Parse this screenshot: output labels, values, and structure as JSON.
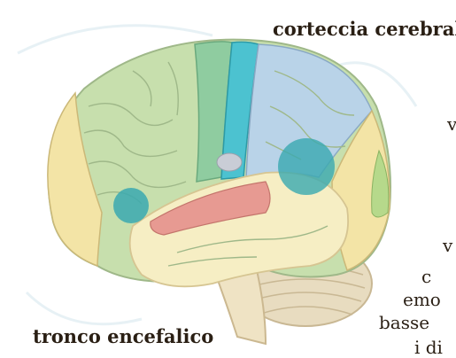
{
  "labels": {
    "cortex": "corteccia cerebrale",
    "brainstem": "tronco encefalico"
  },
  "cropped_text": {
    "line1": "v",
    "line2": "v",
    "line3": "c",
    "line4": "emo",
    "line5": "basse",
    "line6": "i di"
  },
  "colors": {
    "frontal_lobe": "#c7dfad",
    "motor_strip": "#8fcca0",
    "sensory_strip": "#4cc2d0",
    "parietal_lobe": "#b9d3e8",
    "occipital_lobe": "#f3e4a6",
    "temporal_lobe": "#f6eec4",
    "prefrontal": "#f3e4a6",
    "cerebellum": "#e8dcc0",
    "highlight_red": "#e79a92",
    "spot_teal": "#3aa9b0"
  }
}
